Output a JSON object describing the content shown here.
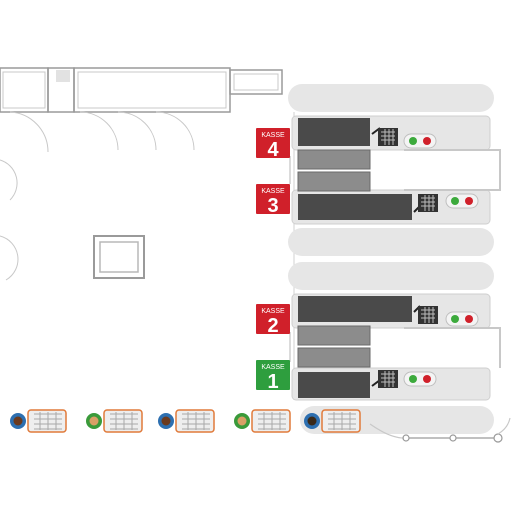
{
  "registers": [
    {
      "label": "KASSE",
      "number": "4",
      "status": "closed"
    },
    {
      "label": "KASSE",
      "number": "3",
      "status": "closed"
    },
    {
      "label": "KASSE",
      "number": "2",
      "status": "closed"
    },
    {
      "label": "KASSE",
      "number": "1",
      "status": "open"
    }
  ],
  "colors": {
    "closed": "#d0202a",
    "open": "#2e9e3e",
    "conveyor": "#4a4a4a",
    "lane": "#e6e6e6",
    "wall": "#9a9a9a",
    "bagging": "#8c8c8c"
  },
  "icons": [
    "card-terminal-icon",
    "traffic-light-icon",
    "shopper-with-cart-icon"
  ]
}
